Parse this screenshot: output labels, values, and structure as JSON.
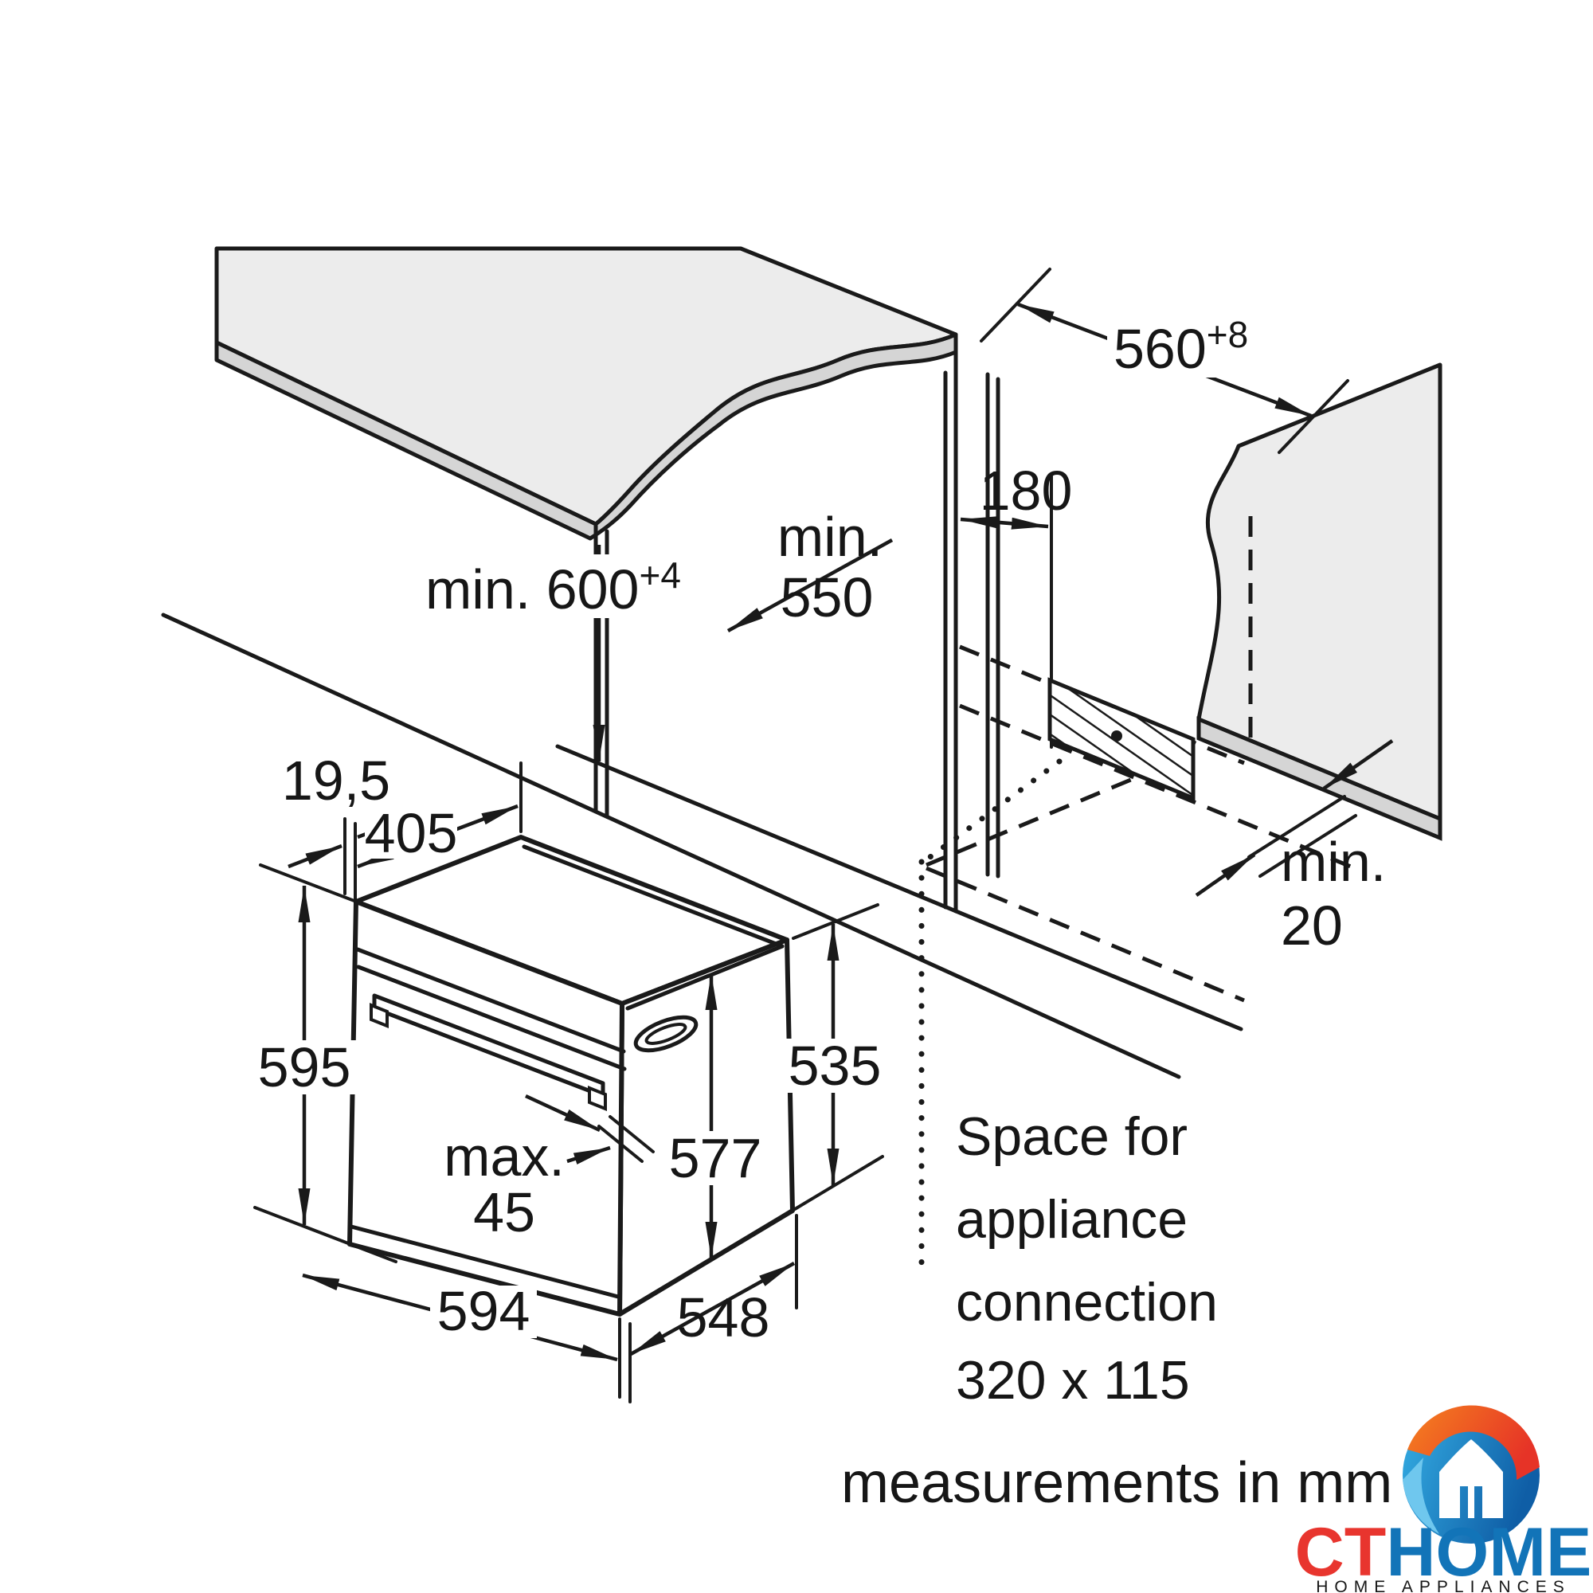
{
  "colors": {
    "line": "#1a1a1a",
    "surface": "#ececec",
    "edge_band": "#d5d5d5",
    "logo_red": "#e8352e",
    "logo_blue": "#1274b8",
    "logo_gray": "#8a9099",
    "icon_blue_light": "#35aee4",
    "icon_blue_dark": "#0f5ea6",
    "icon_orange": "#f5821f",
    "icon_red": "#e63327"
  },
  "dims": {
    "niche_width": {
      "main": "560",
      "sup": "+8"
    },
    "cabinet_height": {
      "main": "min. 600",
      "sup": "+4"
    },
    "niche_depth_l1": "min.",
    "niche_depth_l2": "550",
    "connection_offset": "180",
    "rear_gap_l1": "min.",
    "rear_gap_l2": "20",
    "front_overhang": "19,5",
    "top_depth": "405",
    "front_height": "595",
    "door_protrusion_l1": "max.",
    "door_protrusion_l2": "45",
    "body_height": "577",
    "side_height": "535",
    "front_width": "594",
    "body_depth": "548"
  },
  "note": {
    "l1": "Space for",
    "l2": "appliance",
    "l3": "connection",
    "l4": "320 x 115"
  },
  "footer": "measurements in mm",
  "logo": {
    "ct": "CT",
    "home": "HOME",
    "tagline": "HOME APPLIANCES"
  }
}
